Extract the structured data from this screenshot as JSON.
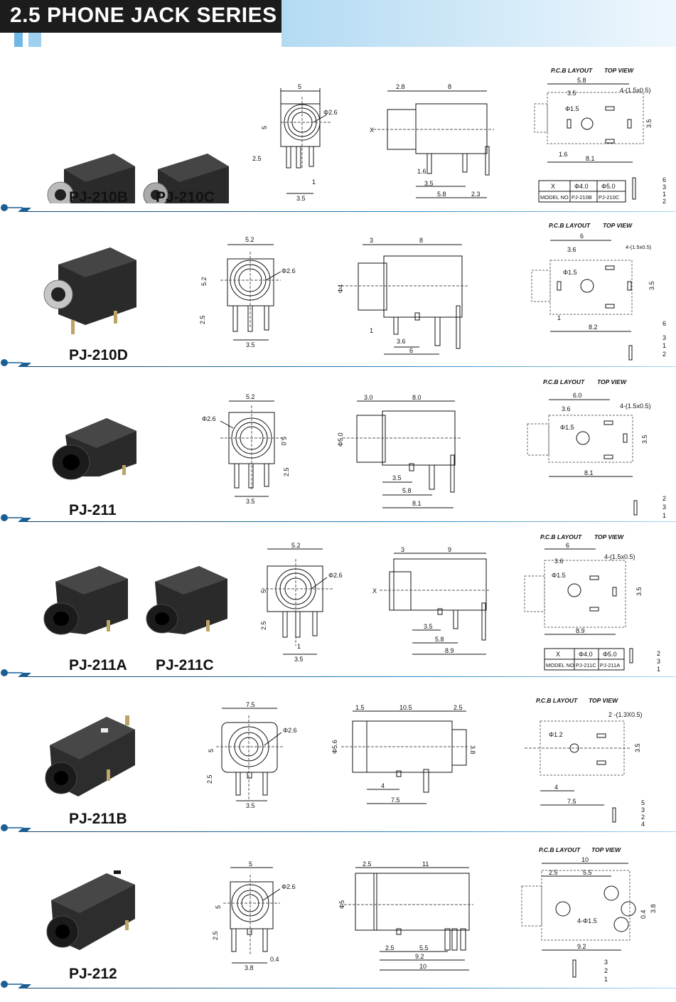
{
  "header": {
    "title": "2.5 PHONE JACK SERIES"
  },
  "sections": [
    {
      "models": [
        "PJ-210B",
        "PJ-210C"
      ],
      "pcb_title": "P.C.B LAYOUT",
      "top_view": "TOP VIEW",
      "front_dims": {
        "w": "5",
        "h": "5",
        "pin": "2.5",
        "pitch": "3.5",
        "off": "1",
        "dia": "Φ2.6"
      },
      "side_dims": {
        "a": "2.8",
        "b": "8",
        "x": "X",
        "c": "1.6",
        "d": "3.5",
        "e": "5.8",
        "f": "2.3"
      },
      "pcb_dims": {
        "a": "5.8",
        "b": "3.5",
        "holes": "4-(1.5x0.5)",
        "d": "Φ1.5",
        "h": "3.5",
        "c": "1.6",
        "w": "8.1"
      },
      "pin_labels": [
        "6",
        "3",
        "1",
        "2"
      ],
      "table": {
        "rows": [
          [
            "X",
            "Φ4.0",
            "Φ5.0"
          ],
          [
            "MODEL NO",
            "PJ-210B",
            "PJ-210C"
          ]
        ]
      }
    },
    {
      "models": [
        "PJ-210D"
      ],
      "pcb_title": "P.C.B LAYOUT",
      "top_view": "TOP VIEW",
      "front_dims": {
        "w": "5.2",
        "h": "5.2",
        "pin": "2.5",
        "pitch": "3.5",
        "dia": "Φ2.6"
      },
      "side_dims": {
        "a": "3",
        "b": "8",
        "x": "Φ4",
        "c": "1",
        "d": "3.6",
        "e": "6"
      },
      "pcb_dims": {
        "a": "6",
        "b": "3.6",
        "holes": "4-(1.5x0.5)",
        "d": "Φ1.5",
        "h": "3.5",
        "c": "1",
        "w": "8.2"
      },
      "pin_labels": [
        "6",
        "3",
        "1",
        "2"
      ]
    },
    {
      "models": [
        "PJ-211"
      ],
      "pcb_title": "P.C.B LAYOUT",
      "top_view": "TOP VIEW",
      "front_dims": {
        "w": "5.2",
        "h": "5.0",
        "pin": "2.5",
        "pitch": "3.5",
        "dia": "Φ2.6"
      },
      "side_dims": {
        "a": "3.0",
        "b": "8.0",
        "x": "Φ5.0",
        "d": "3.5",
        "e": "5.8",
        "f": "8.1"
      },
      "pcb_dims": {
        "a": "6.0",
        "b": "3.6",
        "holes": "4-(1.5x0.5)",
        "d": "Φ1.5",
        "h": "3.5",
        "w": "8.1"
      },
      "pin_labels": [
        "2",
        "3",
        "1"
      ]
    },
    {
      "models": [
        "PJ-211A",
        "PJ-211C"
      ],
      "pcb_title": "P.C.B LAYOUT",
      "top_view": "TOP VIEW",
      "front_dims": {
        "w": "5.2",
        "h": "5",
        "pin": "2.5",
        "pitch": "3.5",
        "off": "1",
        "dia": "Φ2.6"
      },
      "side_dims": {
        "a": "3",
        "b": "9",
        "x": "X",
        "d": "3.5",
        "e": "5.8",
        "f": "8.9"
      },
      "pcb_dims": {
        "a": "6",
        "b": "3.6",
        "holes": "4-(1.5x0.5)",
        "d": "Φ1.5",
        "h": "3.5",
        "w": "8.9"
      },
      "pin_labels": [
        "2",
        "3",
        "1"
      ],
      "table": {
        "rows": [
          [
            "X",
            "Φ4.0",
            "Φ5.0"
          ],
          [
            "MODEL NO",
            "PJ-211C",
            "PJ-211A"
          ]
        ]
      }
    },
    {
      "models": [
        "PJ-211B"
      ],
      "pcb_title": "P.C.B LAYOUT",
      "top_view": "TOP VIEW",
      "front_dims": {
        "w": "7.5",
        "h": "5",
        "pin": "2.5",
        "pitch": "3.5",
        "dia": "Φ2.6"
      },
      "side_dims": {
        "a": "1.5",
        "b": "10.5",
        "g": "2.5",
        "x": "Φ5.6",
        "y": "3.8",
        "d": "4",
        "e": "7.5"
      },
      "pcb_dims": {
        "holes": "2 -(1.3X0.5)",
        "d": "Φ1.2",
        "h": "3.5",
        "a": "4",
        "w": "7.5"
      },
      "pin_labels": [
        "5",
        "3",
        "2",
        "4"
      ]
    },
    {
      "models": [
        "PJ-212"
      ],
      "pcb_title": "P.C.B LAYOUT",
      "top_view": "TOP VIEW",
      "front_dims": {
        "w": "5",
        "h": "5",
        "pin": "2.5",
        "pitch": "3.8",
        "off": "0.4",
        "dia": "Φ2.6"
      },
      "side_dims": {
        "a": "2.5",
        "b": "11",
        "x": "Φ5",
        "c": "2.5",
        "d": "5.5",
        "e": "9.2",
        "f": "10"
      },
      "pcb_dims": {
        "a": "10",
        "b": "2.5",
        "c": "5.5",
        "holes": "4-Φ1.5",
        "h": "3.8",
        "h2": "0.4",
        "w": "9.2"
      },
      "pin_labels": [
        "3",
        "2",
        "1"
      ]
    }
  ]
}
